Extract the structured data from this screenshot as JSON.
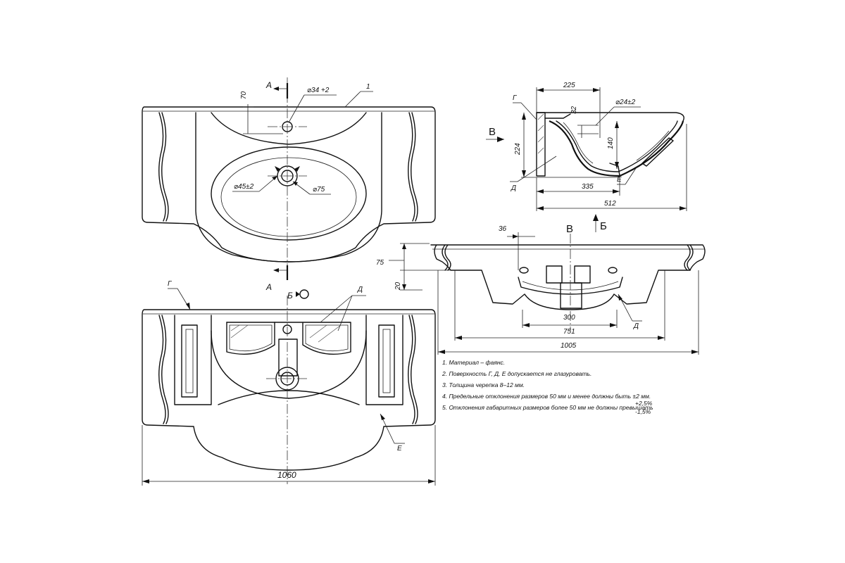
{
  "sections": {
    "a_top": "А",
    "a_bottom": "А",
    "b_view": "Б",
    "b_arrow": "Б",
    "v_view": "В",
    "v_arrow": "В"
  },
  "callouts": {
    "item_1": "1",
    "g_top": "Г",
    "g_side": "Г",
    "d_bottom": "Д",
    "d_side": "Д",
    "d_front": "Д",
    "e_bottom": "Е",
    "e_side": "Е"
  },
  "dimensions": {
    "top_70": "70",
    "top_hole": "⌀34 +2",
    "top_drain": "⌀45±2",
    "top_75": "⌀75",
    "bottom_width": "1060",
    "side_225": "225",
    "side_32": "32",
    "side_hole": "⌀24±2",
    "side_224": "224",
    "side_140": "140",
    "side_335": "335",
    "side_512": "512",
    "front_36": "36",
    "front_75": "75",
    "front_20": "20",
    "front_300": "300",
    "front_751": "751",
    "front_1005": "1005"
  },
  "notes": [
    "1. Материал – фаянс.",
    "2. Поверхность Г, Д, Е допускается не глазуровать.",
    "3. Толщина черепка 8–12 мм.",
    "4. Предельные отклонения размеров 50 мм и менее должны быть ±2 мм.",
    "5. Отклонения габаритных размеров более 50 мм не должны превышать"
  ],
  "tolerance": {
    "upper": "+2,5%",
    "lower": "-1,5%"
  }
}
